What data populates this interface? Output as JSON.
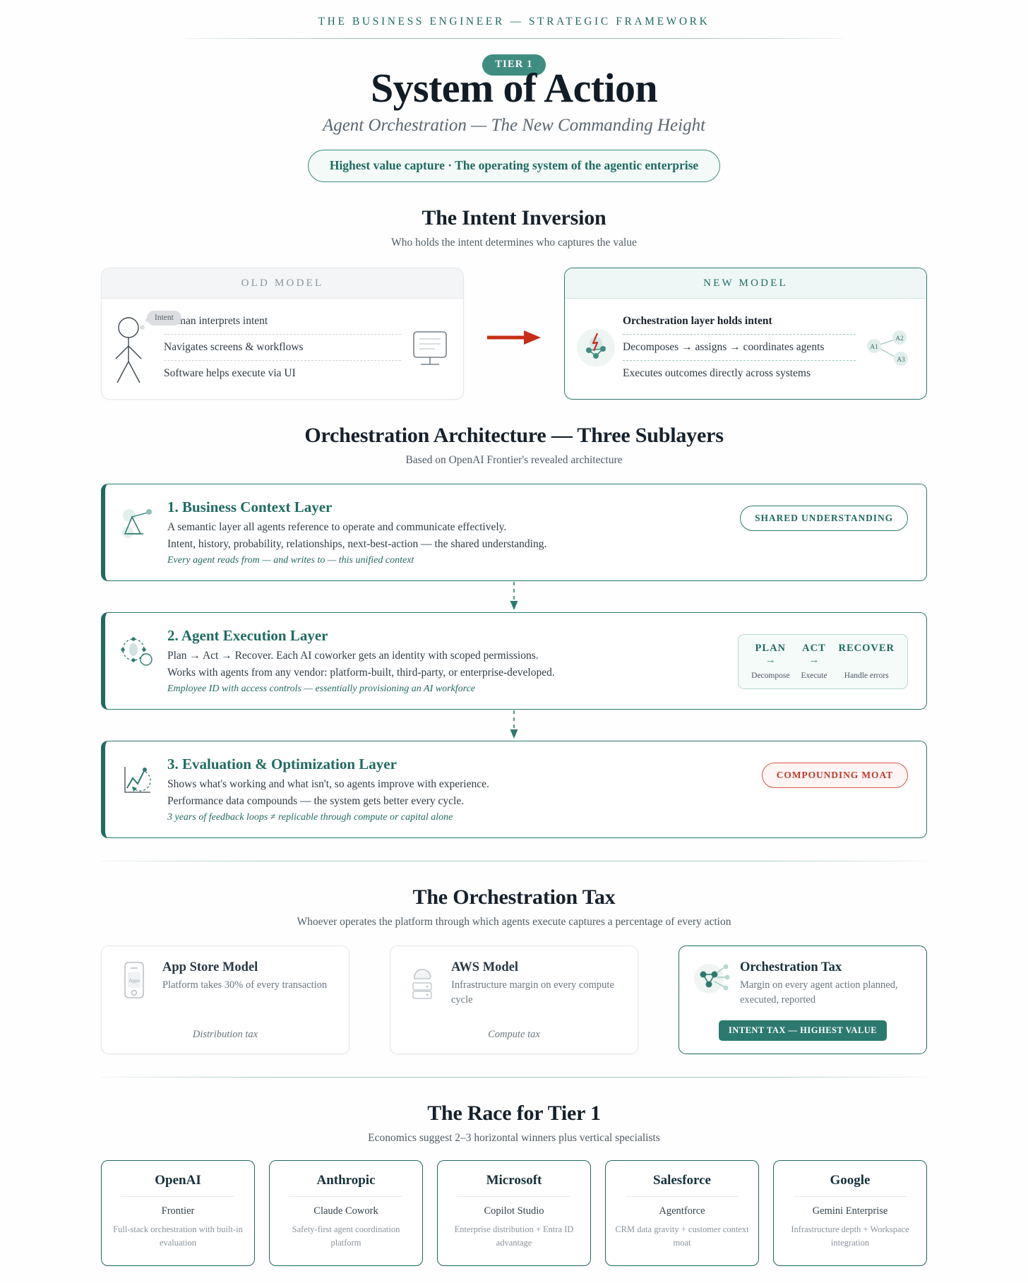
{
  "eyebrow": "THE BUSINESS ENGINEER — STRATEGIC FRAMEWORK",
  "hero": {
    "tier_badge": "TIER 1",
    "title": "System of Action",
    "subtitle": "Agent Orchestration — The New Commanding Height",
    "value_pill": "Highest value capture · The operating system of the agentic enterprise"
  },
  "inversion": {
    "heading": "The Intent Inversion",
    "subheading": "Who holds the intent determines who captures the value",
    "old": {
      "header": "OLD MODEL",
      "thought_label": "Intent",
      "rows": [
        "Human interprets intent",
        "Navigates screens & workflows",
        "Software helps execute via UI"
      ]
    },
    "new": {
      "header": "NEW MODEL",
      "rows": [
        "Orchestration layer holds intent",
        "Decomposes → assigns → coordinates agents",
        "Executes outcomes directly across systems"
      ],
      "agent_nodes": [
        "A1",
        "A2",
        "A3"
      ]
    }
  },
  "architecture": {
    "heading": "Orchestration Architecture — Three Sublayers",
    "subheading": "Based on OpenAI Frontier's revealed architecture",
    "layers": [
      {
        "title": "1. Business Context Layer",
        "icon": "context-graph-icon",
        "lines": [
          "A semantic layer all agents reference to operate and communicate effectively.",
          "Intent, history, probability, relationships, next-best-action — the shared understanding."
        ],
        "note": "Every agent reads from — and writes to — this unified context",
        "aside_type": "pill",
        "aside_label": "SHARED UNDERSTANDING"
      },
      {
        "title": "2. Agent Execution Layer",
        "icon": "agent-orbit-icon",
        "lines": [
          "Plan → Act → Recover. Each AI coworker gets an identity with scoped permissions.",
          "Works with agents from any vendor: platform-built, third-party, or enterprise-developed."
        ],
        "note": "Employee ID with access controls — essentially provisioning an AI workforce",
        "aside_type": "par",
        "par": [
          {
            "title": "PLAN",
            "arrow": "→",
            "desc": "Decompose"
          },
          {
            "title": "ACT",
            "arrow": "→",
            "desc": "Execute"
          },
          {
            "title": "RECOVER",
            "arrow": "",
            "desc": "Handle errors"
          }
        ]
      },
      {
        "title": "3. Evaluation & Optimization Layer",
        "icon": "trend-chart-icon",
        "lines": [
          "Shows what's working and what isn't, so agents improve with experience.",
          "Performance data compounds — the system gets better every cycle."
        ],
        "note": "3 years of feedback loops ≠ replicable through compute or capital alone",
        "aside_type": "pill-danger",
        "aside_label": "COMPOUNDING MOAT"
      }
    ]
  },
  "tax": {
    "heading": "The Orchestration Tax",
    "subheading": "Whoever operates the platform through which agents execute captures a percentage of every action",
    "cards": [
      {
        "icon": "phone-apps-icon",
        "name": "App Store Model",
        "desc": "Platform takes 30% of every transaction",
        "foot_type": "italic",
        "foot": "Distribution tax"
      },
      {
        "icon": "cloud-server-icon",
        "name": "AWS Model",
        "desc": "Infrastructure margin on every compute cycle",
        "foot_type": "italic",
        "foot": "Compute tax"
      },
      {
        "icon": "orchestration-node-icon",
        "name": "Orchestration Tax",
        "desc": "Margin on every agent action planned, executed, reported",
        "foot_type": "chip",
        "foot": "INTENT TAX — HIGHEST VALUE"
      }
    ]
  },
  "race": {
    "heading": "The Race for Tier 1",
    "subheading": "Economics suggest 2–3 horizontal winners plus vertical specialists",
    "cards": [
      {
        "name": "OpenAI",
        "product": "Frontier",
        "note": "Full-stack orchestration with built-in evaluation"
      },
      {
        "name": "Anthropic",
        "product": "Claude Cowork",
        "note": "Safety-first agent coordination platform"
      },
      {
        "name": "Microsoft",
        "product": "Copilot Studio",
        "note": "Enterprise distribution + Entra ID advantage"
      },
      {
        "name": "Salesforce",
        "product": "Agentforce",
        "note": "CRM data gravity + customer context moat"
      },
      {
        "name": "Google",
        "product": "Gemini Enterprise",
        "note": "Infrastructure depth + Workspace integration"
      }
    ]
  },
  "colors": {
    "teal": "#1f6b63",
    "teal_mid": "#2c7a6f",
    "teal_light": "#3f8d80",
    "danger": "#c0392b",
    "arrow_red": "#c72d17",
    "ink": "#15212c"
  }
}
